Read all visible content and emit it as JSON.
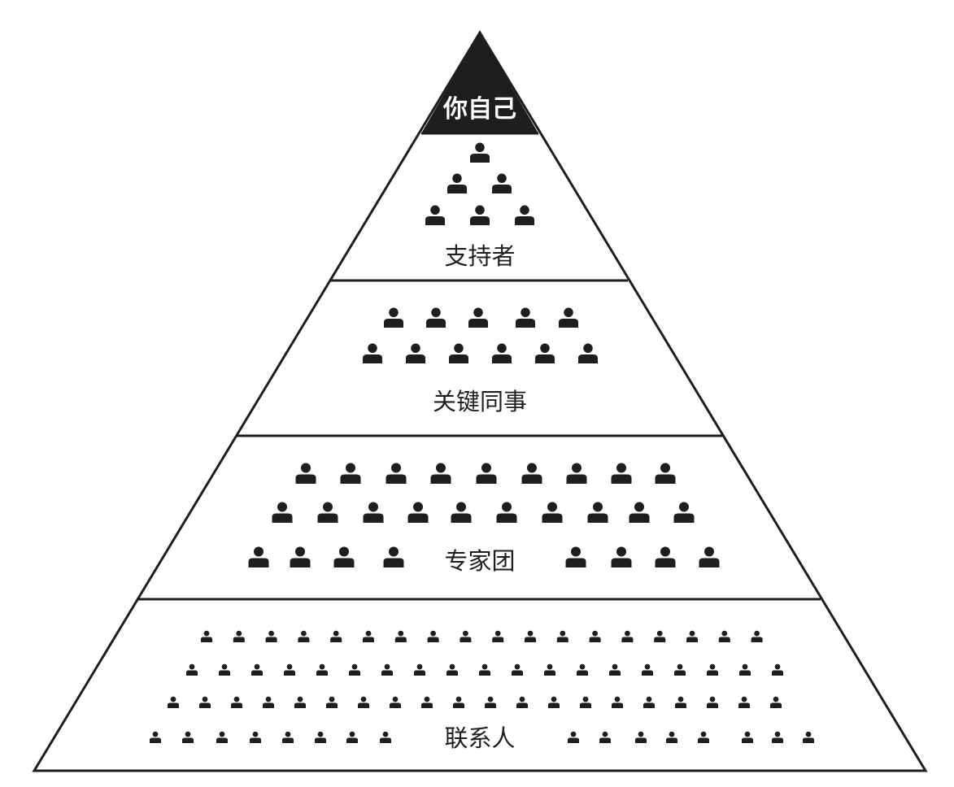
{
  "colors": {
    "ink": "#1e1e1e",
    "paper": "#ffffff"
  },
  "icon": "person-icon",
  "tiers": {
    "you": {
      "label": "你自己"
    },
    "supporters": {
      "label": "支持者",
      "rows": [
        1,
        2,
        3
      ]
    },
    "key_colleagues": {
      "label": "关键同事",
      "rows": [
        5,
        6
      ]
    },
    "expert_group": {
      "label": "专家团",
      "rows": [
        9,
        10,
        8
      ]
    },
    "contacts": {
      "label": "联系人",
      "rows": [
        18,
        19,
        20,
        16
      ]
    }
  }
}
